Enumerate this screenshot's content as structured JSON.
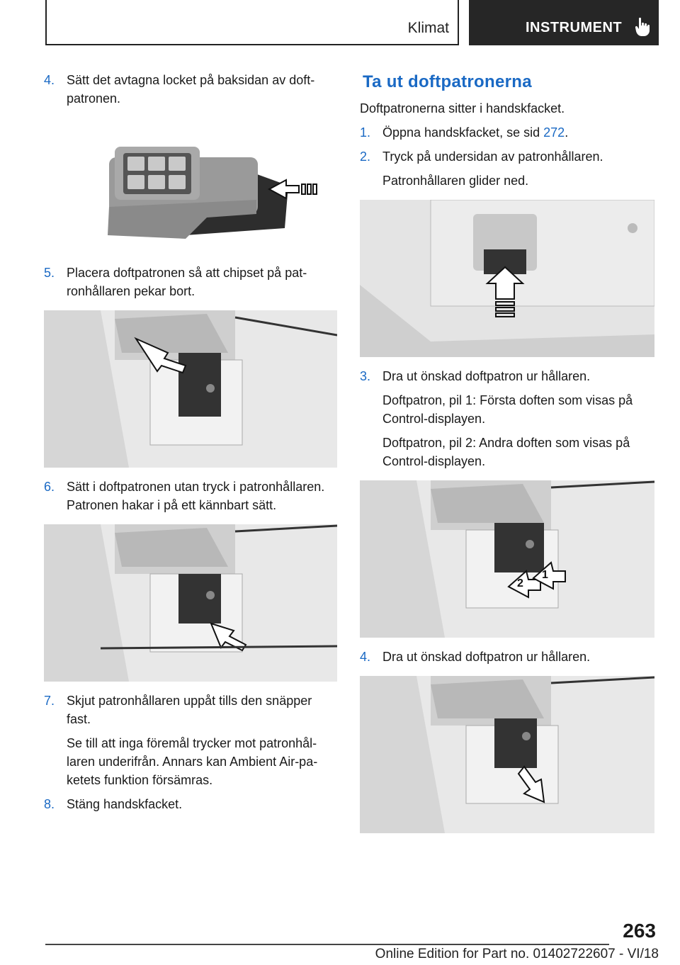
{
  "header": {
    "section": "Klimat",
    "chapter": "INSTRUMENT"
  },
  "left_steps": [
    {
      "num": "4.",
      "text": "Sätt det avtagna locket på baksidan av doft-patronen."
    },
    {
      "num": "5.",
      "text": "Placera doftpatronen så att chipset på pat-ronhållaren pekar bort."
    },
    {
      "num": "6.",
      "text": "Sätt i doftpatronen utan tryck i patronhållaren. Patronen hakar i på ett kännbart sätt."
    },
    {
      "num": "7.",
      "text": "Skjut patronhållaren uppåt tills den snäpper fast.",
      "note": "Se till att inga föremål trycker mot patronhål-laren underifrån. Annars kan Ambient Air-pa-ketets funktion försämras."
    },
    {
      "num": "8.",
      "text": "Stäng handskfacket."
    }
  ],
  "right": {
    "title": "Ta ut doftpatronerna",
    "intro": "Doftpatronerna sitter i handskfacket.",
    "step1": {
      "num": "1.",
      "text": "Öppna handskfacket, se sid ",
      "link": "272",
      "after": "."
    },
    "step2": {
      "num": "2.",
      "text": "Tryck på undersidan av patronhållaren.",
      "note": "Patronhållaren glider ned."
    },
    "step3": {
      "num": "3.",
      "text": "Dra ut önskad doftpatron ur hållaren.",
      "note1": "Doftpatron, pil 1: Första doften som visas på Control-displayen.",
      "note2": "Doftpatron, pil 2: Andra doften som visas på Control-displayen."
    },
    "step4": {
      "num": "4.",
      "text": "Dra ut önskad doftpatron ur hållaren."
    },
    "arrow_labels": {
      "one": "1",
      "two": "2"
    }
  },
  "footer": {
    "page": "263",
    "edition": "Online Edition for Part no. 01402722607 - VI/18"
  },
  "colors": {
    "accent": "#1a69c4",
    "header_dark": "#262626"
  }
}
